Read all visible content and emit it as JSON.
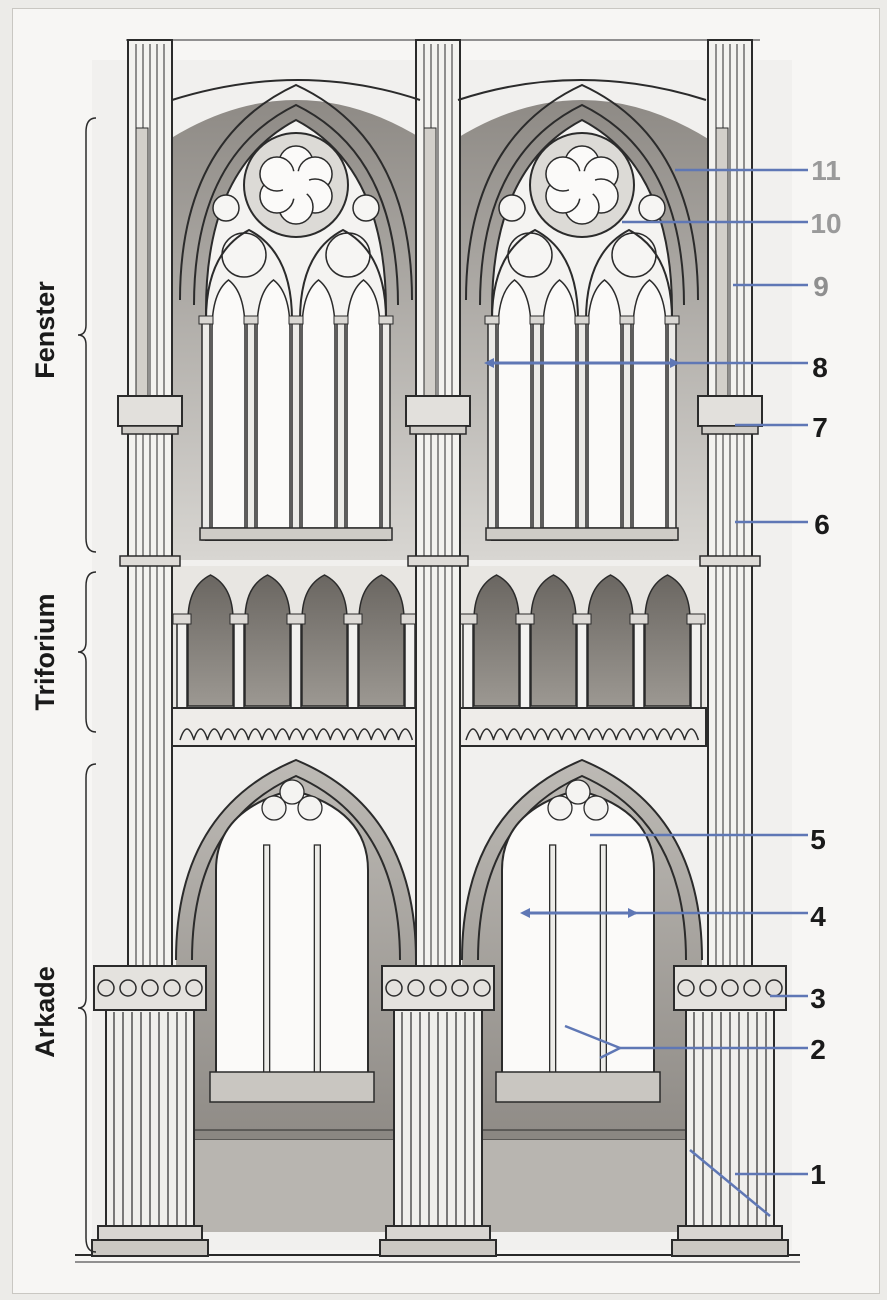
{
  "sections": [
    {
      "id": "fenster",
      "label": "Fenster"
    },
    {
      "id": "triforium",
      "label": "Triforium"
    },
    {
      "id": "arkade",
      "label": "Arkade"
    }
  ],
  "callouts": [
    "1",
    "2",
    "3",
    "4",
    "5",
    "6",
    "7",
    "8",
    "9",
    "10",
    "11"
  ],
  "colors": {
    "line": "#2b2b2b",
    "shade": "#9b9893",
    "shade_dark": "#6f6b66",
    "light": "#f4f3f1",
    "arrow": "#5f77b5",
    "label": "#1a1a1a",
    "label_faded": "#9a9a9a"
  }
}
